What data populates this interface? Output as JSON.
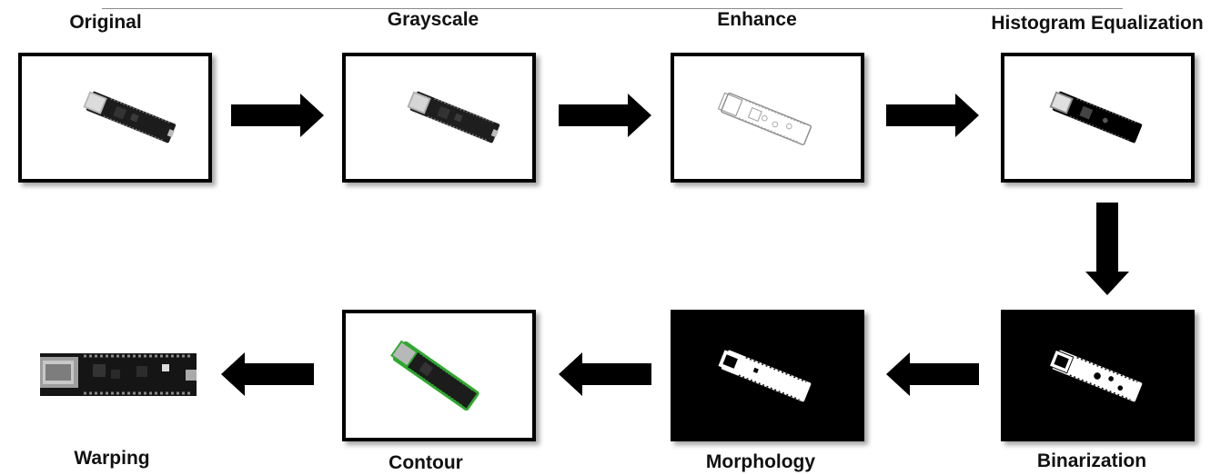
{
  "steps": [
    {
      "label": "Original"
    },
    {
      "label": "Grayscale"
    },
    {
      "label": "Enhance"
    },
    {
      "label": "Histogram Equalization"
    },
    {
      "label": "Binarization"
    },
    {
      "label": "Morphology"
    },
    {
      "label": "Contour"
    },
    {
      "label": "Warping"
    }
  ],
  "colors": {
    "frame_border": "#000000",
    "arrow": "#000000",
    "contour": "#2ea82e",
    "board": "#1a1a1a"
  }
}
